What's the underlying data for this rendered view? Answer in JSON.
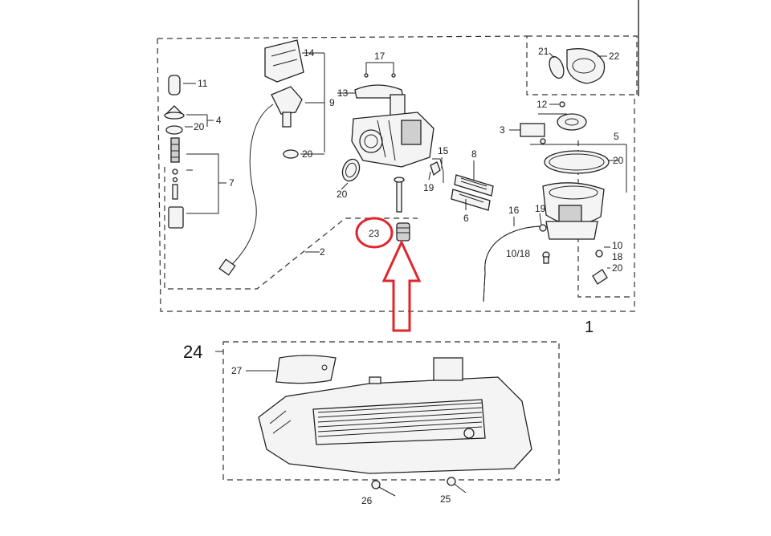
{
  "diagram": {
    "highlight_color": "#e0262d",
    "ink_color": "#222222",
    "group_labels": {
      "main_assembly": "1",
      "cover_assembly": "24"
    },
    "part_labels": {
      "p11": "11",
      "p4": "4",
      "p20a": "20",
      "p7": "7",
      "p14": "14",
      "p9": "9",
      "p20b": "20",
      "p2": "2",
      "p17": "17",
      "p13": "13",
      "p20c": "20",
      "p19a": "19",
      "p15": "15",
      "p8": "8",
      "p6": "6",
      "p23": "23",
      "p21": "21",
      "p22": "22",
      "p12": "12",
      "p3": "3",
      "p5": "5",
      "p20d": "20",
      "p16": "16",
      "p19b": "19",
      "p10": "10",
      "p18": "18",
      "p1018": "10/18",
      "p20e": "20",
      "p27": "27",
      "p26": "26",
      "p25": "25"
    }
  }
}
